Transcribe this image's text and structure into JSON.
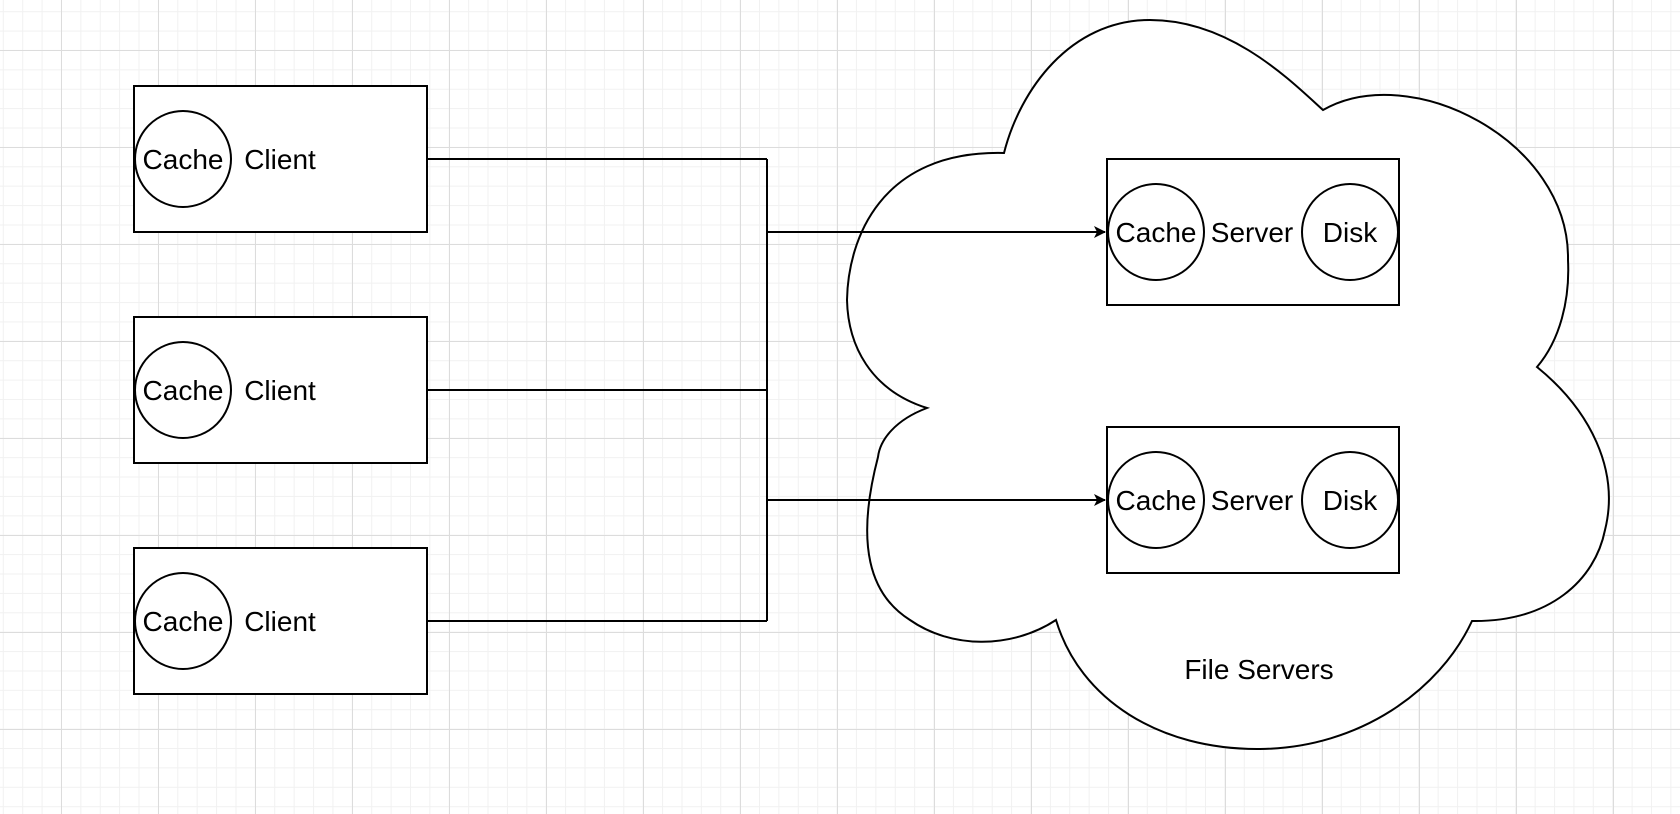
{
  "diagram": {
    "clients": [
      {
        "cache_label": "Cache",
        "label": "Client"
      },
      {
        "cache_label": "Cache",
        "label": "Client"
      },
      {
        "cache_label": "Cache",
        "label": "Client"
      }
    ],
    "servers": [
      {
        "cache_label": "Cache",
        "label": "Server",
        "disk_label": "Disk"
      },
      {
        "cache_label": "Cache",
        "label": "Server",
        "disk_label": "Disk"
      }
    ],
    "cloud_label": "File Servers"
  },
  "colors": {
    "stroke": "#000000",
    "fill": "#ffffff",
    "grid_major": "#dcdcdc",
    "grid_minor": "#f1f1f1"
  }
}
